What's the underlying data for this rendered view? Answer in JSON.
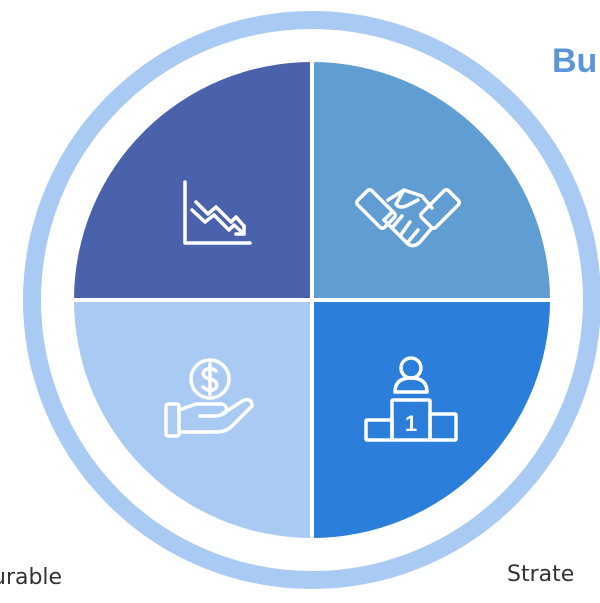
{
  "title": "Bu",
  "labels": {
    "bottom_left": "urable",
    "bottom_right": "Strate"
  },
  "quadrants": [
    {
      "id": "top-left",
      "icon": "declining-chart-icon",
      "color": "#4a62ab"
    },
    {
      "id": "top-right",
      "icon": "handshake-icon",
      "color": "#5f9dd2"
    },
    {
      "id": "bottom-left",
      "icon": "money-hand-icon",
      "color": "#a9cbf3"
    },
    {
      "id": "bottom-right",
      "icon": "podium-first-place-icon",
      "color": "#2b7ed9",
      "podium_number": "1"
    }
  ],
  "colors": {
    "outer_ring": "#a9cbf3",
    "icon_stroke": "#ffffff",
    "title": "#5b97d6"
  }
}
